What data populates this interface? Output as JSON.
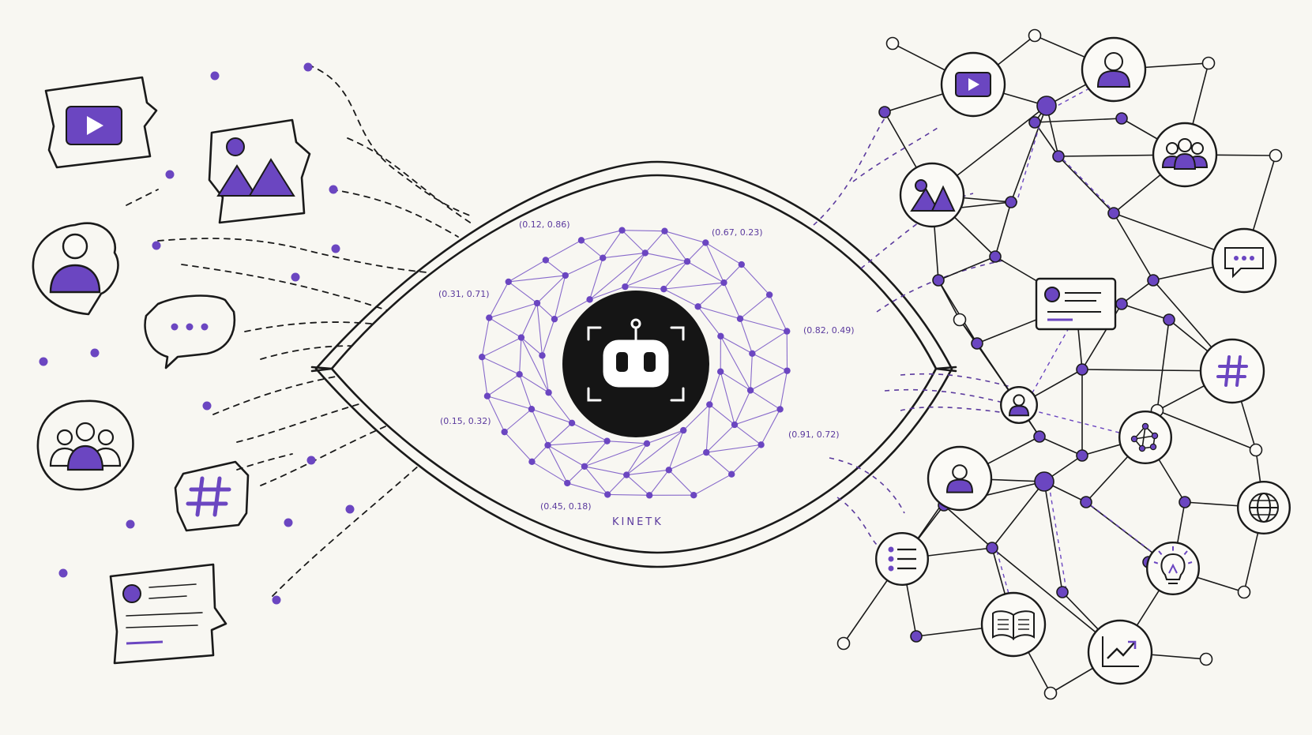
{
  "brand": "KINETK",
  "coordinates": [
    "(0.12, 0.86)",
    "(0.67, 0.23)",
    "(0.31, 0.71)",
    "(0.82, 0.49)",
    "(0.15, 0.32)",
    "(0.91, 0.72)",
    "(0.45, 0.18)"
  ],
  "left_icons": [
    "video-play",
    "image",
    "user",
    "chat",
    "users-group",
    "hashtag",
    "document"
  ],
  "right_icons": [
    "video-play",
    "user",
    "image",
    "users-group",
    "chat",
    "document",
    "hashtag",
    "user",
    "network",
    "user",
    "globe",
    "list",
    "lightbulb",
    "book",
    "trend-chart"
  ],
  "center_icon": "robot",
  "colors": {
    "accent": "#6b46c1",
    "ink": "#1a1a1a",
    "background": "#f8f7f2"
  }
}
